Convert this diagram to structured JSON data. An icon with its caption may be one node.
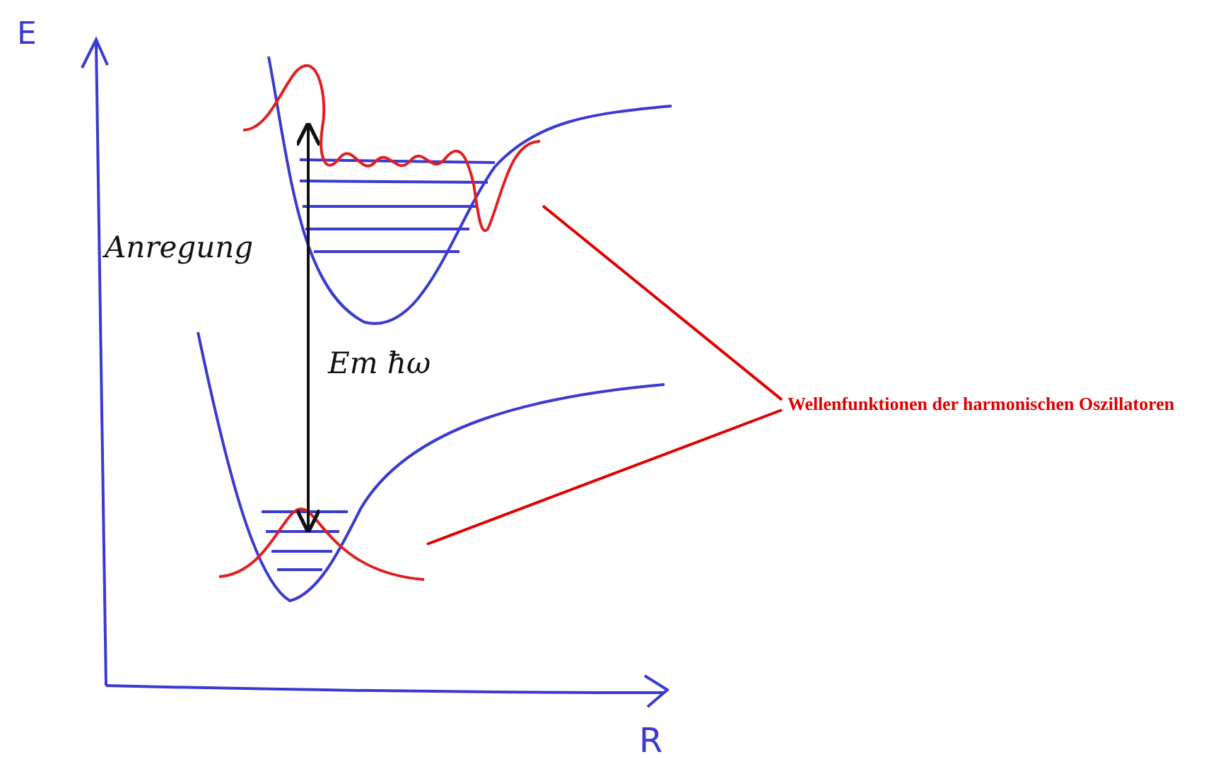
{
  "diagram": {
    "nodes": [
      {
        "text": [
          "Wellenfunktionen der harmonischen Oszillatoren"
        ]
      },
      {
        "text": [],
        "shape": "curve"
      },
      {
        "text": [],
        "shape": "curve"
      }
    ],
    "edges": [
      {
        "from": 0,
        "to": 1,
        "arrow": "none"
      },
      {
        "from": 0,
        "to": 2,
        "arrow": "none"
      },
      {
        "from": 2,
        "to": 1,
        "arrow": "both",
        "color": "#111111"
      }
    ],
    "labels": [
      "E",
      "Anregung",
      "Em ħω",
      "R"
    ]
  }
}
